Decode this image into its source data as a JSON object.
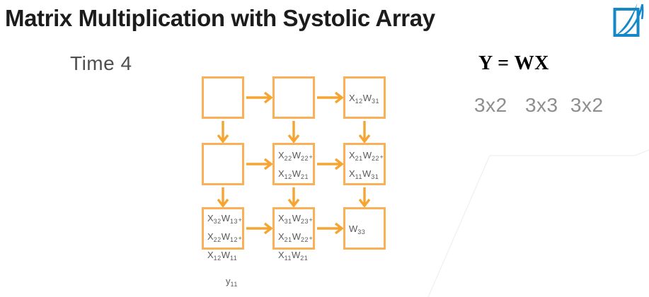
{
  "slide": {
    "title": "Matrix Multiplication with Systolic Array",
    "time_label": "Time 4",
    "equation": "Y = WX",
    "dims": [
      "3x2",
      "3x3",
      "3x2"
    ],
    "output_label": "y11"
  },
  "grid": {
    "rows": 3,
    "cols": 3,
    "cells": [
      {
        "row": 0,
        "col": 0,
        "lines": []
      },
      {
        "row": 0,
        "col": 1,
        "lines": []
      },
      {
        "row": 0,
        "col": 2,
        "lines": [
          "X12W31"
        ]
      },
      {
        "row": 1,
        "col": 0,
        "lines": []
      },
      {
        "row": 1,
        "col": 1,
        "lines": [
          "X22W22+",
          "X12W21"
        ]
      },
      {
        "row": 1,
        "col": 2,
        "lines": [
          "X21W22+",
          "X11W31"
        ]
      },
      {
        "row": 2,
        "col": 0,
        "lines": [
          "X32W13+",
          "X22W12+",
          "X12W11"
        ]
      },
      {
        "row": 2,
        "col": 1,
        "lines": [
          "X31W23+",
          "X21W22+",
          "X11W21"
        ]
      },
      {
        "row": 2,
        "col": 2,
        "lines": [
          "W33"
        ]
      }
    ]
  },
  "icons": {
    "logo": "page-flip-logo"
  },
  "colors": {
    "box_border": "#F9B056",
    "arrow": "#F6A432",
    "cell_text": "#595959",
    "title_text": "#1C1C1C",
    "time_text": "#4F4F4F",
    "muted_text": "#8E8E8E",
    "accent_blue": "#1488C8",
    "faint_line": "#EFEFEF"
  }
}
